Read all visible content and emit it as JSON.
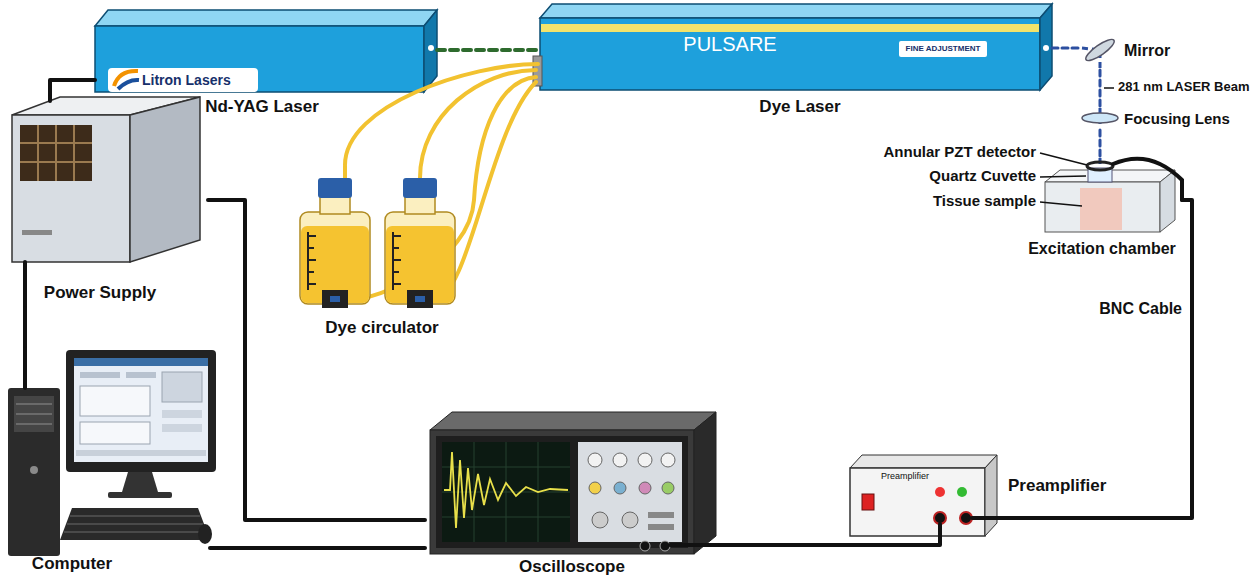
{
  "diagram": {
    "nodes": [
      {
        "text": [
          "Litron Lasers",
          "Nd-YAG Laser"
        ]
      },
      {
        "text": [
          "PULSARE",
          "FINE ADJUSTMENT",
          "Dye Laser"
        ]
      },
      {
        "text": [
          "Power Supply"
        ]
      },
      {
        "text": [
          "Dye circulator"
        ]
      },
      {
        "text": [
          "Mirror"
        ]
      },
      {
        "text": [
          "Focusing Lens"
        ]
      },
      {
        "text": [
          "Excitation chamber"
        ]
      },
      {
        "text": [
          "Computer"
        ]
      },
      {
        "text": [
          "Oscilloscope"
        ]
      },
      {
        "text": [
          "Preamplifier",
          "Preamplifier"
        ]
      }
    ],
    "edges": [
      {
        "from": 0,
        "to": 1,
        "arrow": "none"
      },
      {
        "from": 3,
        "to": 1,
        "arrow": "none"
      },
      {
        "from": 1,
        "to": 4,
        "arrow": "none"
      },
      {
        "from": 4,
        "to": 5,
        "arrow": "none"
      },
      {
        "from": 5,
        "to": 6,
        "arrow": "none"
      },
      {
        "from": 0,
        "to": 2,
        "arrow": "none"
      },
      {
        "from": 2,
        "to": 7,
        "arrow": "none"
      },
      {
        "from": 2,
        "to": 8,
        "arrow": "none"
      },
      {
        "from": 7,
        "to": 8,
        "arrow": "none"
      },
      {
        "from": 8,
        "to": 9,
        "arrow": "none"
      },
      {
        "from": 9,
        "to": 6,
        "label": "BNC Cable",
        "arrow": "none"
      }
    ],
    "labels": [
      "281 nm LASER Beam",
      "Annular PZT detector",
      "Quartz Cuvette",
      "Tissue sample"
    ]
  }
}
